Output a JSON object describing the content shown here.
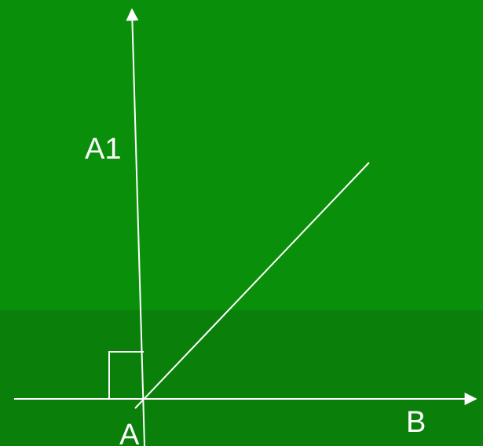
{
  "colors": {
    "background_upper": "#0a8f0a",
    "background_lower": "#0a800a",
    "stroke": "#ffffff"
  },
  "labels": {
    "point_a": "A",
    "point_a1": "A1",
    "point_b": "B"
  }
}
